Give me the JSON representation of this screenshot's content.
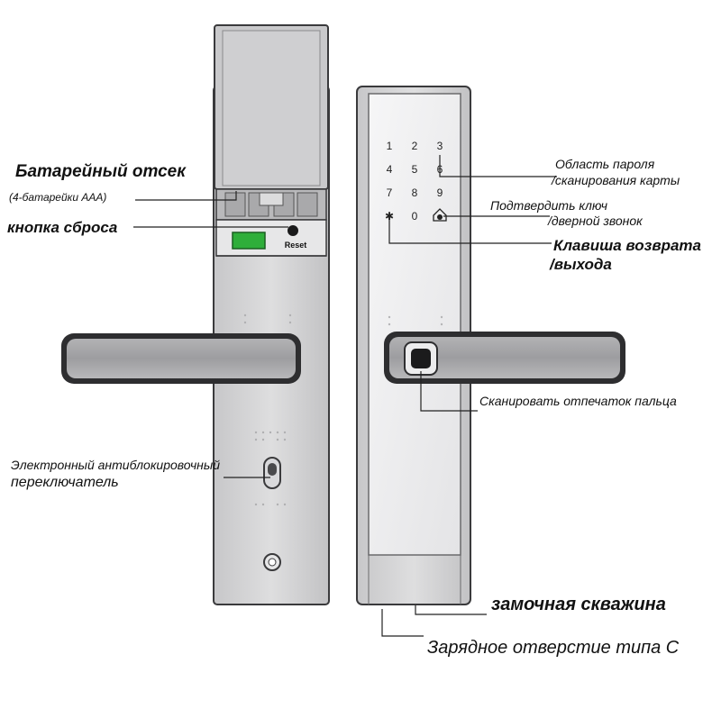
{
  "labels": {
    "battery": "Батарейный отсек",
    "battery_sub": "(4-батарейки AAA)",
    "reset_btn": "кнопка сброса",
    "switch_1": "Электронный антиблокировочный",
    "switch_2": "переключатель",
    "password_1": "Область пароля",
    "password_2": "/сканирования карты",
    "confirm_1": "Подтвердить ключ",
    "confirm_2": "/дверной звонок",
    "return_1": "Клавиша возврата",
    "return_2": "/выхода",
    "fingerprint": "Сканировать отпечаток пальца",
    "keyhole": "замочная скважина",
    "typec": "Зарядное отверстие типа C"
  },
  "device": {
    "reset_text": "Reset",
    "keys": [
      "1",
      "2",
      "3",
      "4",
      "5",
      "6",
      "7",
      "8",
      "9",
      "✱",
      "0",
      "🔔"
    ]
  },
  "colors": {
    "panel": "#d4d4d6",
    "panel_light": "#ececee",
    "outline": "#3a3a3c",
    "battery_green": "#2fae3a",
    "handle": "#9a9a9d"
  }
}
